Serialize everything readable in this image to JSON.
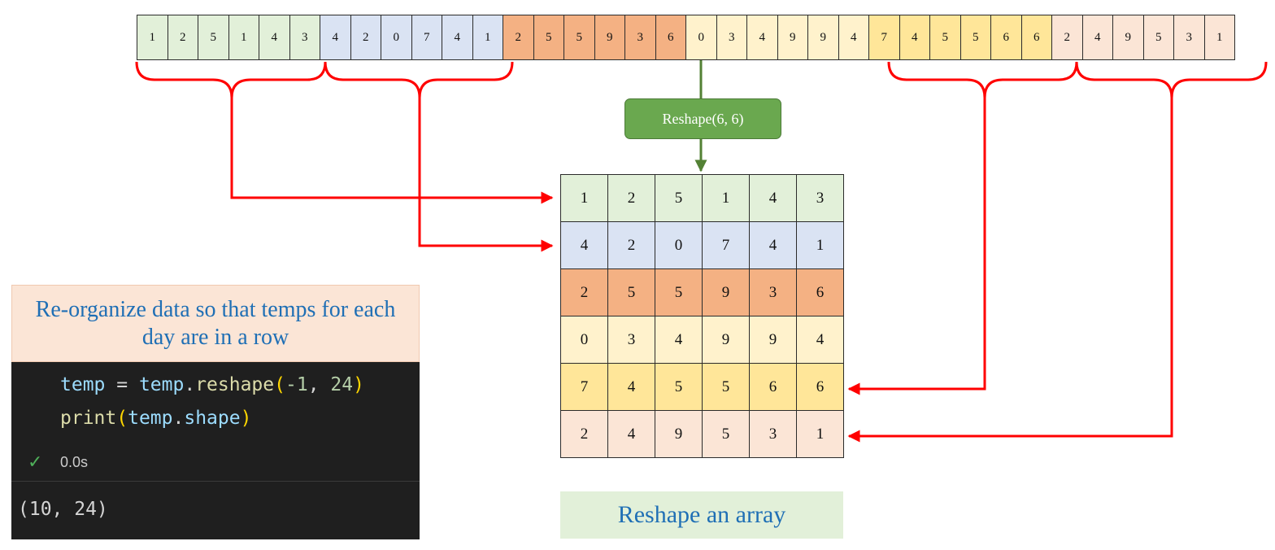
{
  "flat_array": {
    "groups": [
      {
        "values": [
          "1",
          "2",
          "5",
          "1",
          "4",
          "3"
        ],
        "color": "#e2f0d9"
      },
      {
        "values": [
          "4",
          "2",
          "0",
          "7",
          "4",
          "1"
        ],
        "color": "#dae3f3"
      },
      {
        "values": [
          "2",
          "5",
          "5",
          "9",
          "3",
          "6"
        ],
        "color": "#f4b183"
      },
      {
        "values": [
          "0",
          "3",
          "4",
          "9",
          "9",
          "4"
        ],
        "color": "#fff2cc"
      },
      {
        "values": [
          "7",
          "4",
          "5",
          "5",
          "6",
          "6"
        ],
        "color": "#ffe699"
      },
      {
        "values": [
          "2",
          "4",
          "9",
          "5",
          "3",
          "1"
        ],
        "color": "#fbe5d6"
      }
    ]
  },
  "reshape_button": {
    "label": "Reshape(6, 6)",
    "color": "#6aa84f"
  },
  "note": {
    "text": "Re-organize data so that temps for each day are in a row"
  },
  "code": {
    "line1": {
      "var": "temp",
      "eq": " = ",
      "obj": "temp",
      "dot": ".",
      "func": "reshape",
      "open": "(",
      "arg1": "-1",
      "sep": ", ",
      "arg2": "24",
      "close": ")"
    },
    "line2": {
      "func": "print",
      "open": "(",
      "obj": "temp",
      "dot": ".",
      "attr": "shape",
      "close": ")"
    },
    "status_icon": "check-icon",
    "exec_time": "0.0s",
    "output": "(10, 24)"
  },
  "caption": {
    "text": "Reshape an array"
  },
  "arrow_color": "#ff0000",
  "flow_color": "#538135"
}
